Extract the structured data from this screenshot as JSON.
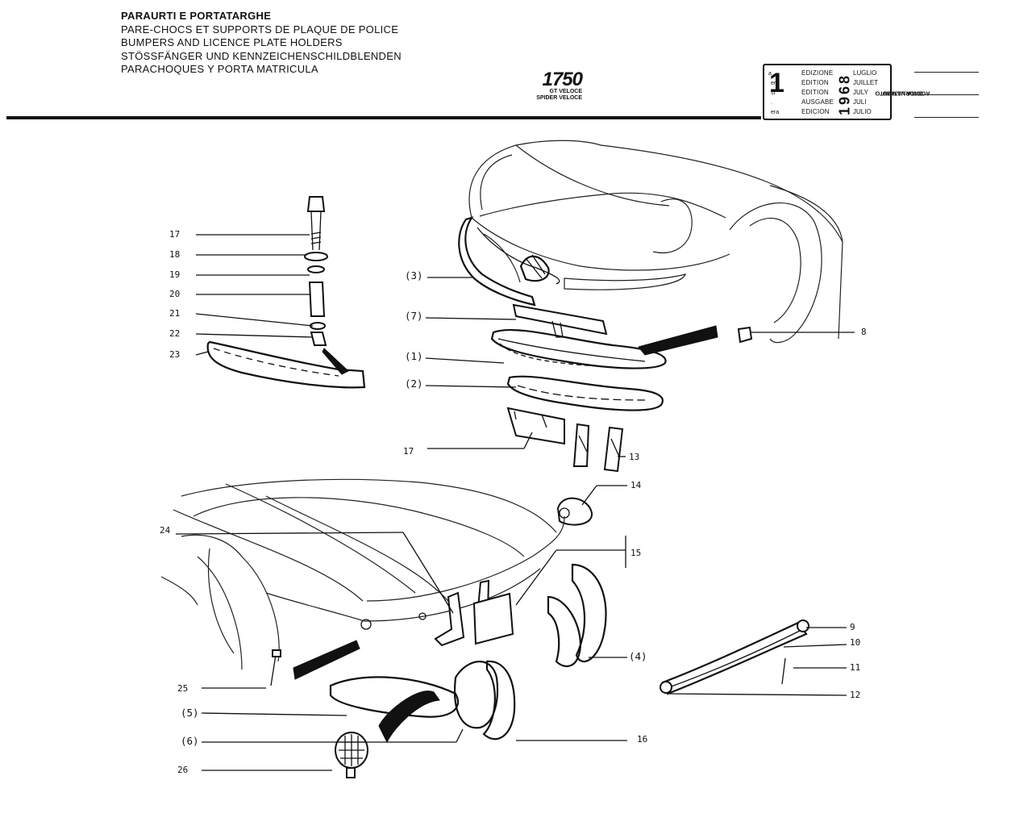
{
  "header": {
    "titles": [
      "PARAURTI E PORTATARGHE",
      "PARE-CHOCS ET SUPPORTS DE PLAQUE DE POLICE",
      "BUMPERS AND LICENCE PLATE HOLDERS",
      "STÖSSFÄNGER UND KENNZEICHENSCHILDBLENDEN",
      "PARACHOQUES Y PORTA MATRICULA"
    ],
    "model": "1750",
    "variants": [
      "GT VELOCE",
      "SPIDER VELOCE"
    ]
  },
  "edition": {
    "number": "1",
    "ordinals": [
      "a",
      "ere",
      "st",
      ".",
      "era"
    ],
    "words": [
      "EDIZIONE",
      "EDITION",
      "EDITION",
      "AUSGABE",
      "EDICION"
    ],
    "year": "1968",
    "months": [
      "LUGLIO",
      "JUILLET",
      "JULY",
      "JULI",
      "JULIO"
    ],
    "update_label_1": "DATA ULTIMO",
    "update_label_2": "AGGIORNAMENTO"
  },
  "callouts": {
    "c17a": "17",
    "c18": "18",
    "c19": "19",
    "c20": "20",
    "c21": "21",
    "c22": "22",
    "c23": "23",
    "c3": "(3)",
    "c7": "(7)",
    "c1": "(1)",
    "c2": "(2)",
    "c8": "8",
    "c17b": "17",
    "c13": "13",
    "c14": "14",
    "c15": "15",
    "c24": "24",
    "c4": "(4)",
    "c9": "9",
    "c10": "10",
    "c11": "11",
    "c12": "12",
    "c25": "25",
    "c5": "(5)",
    "c6": "(6)",
    "c26": "26",
    "c16": "16"
  }
}
